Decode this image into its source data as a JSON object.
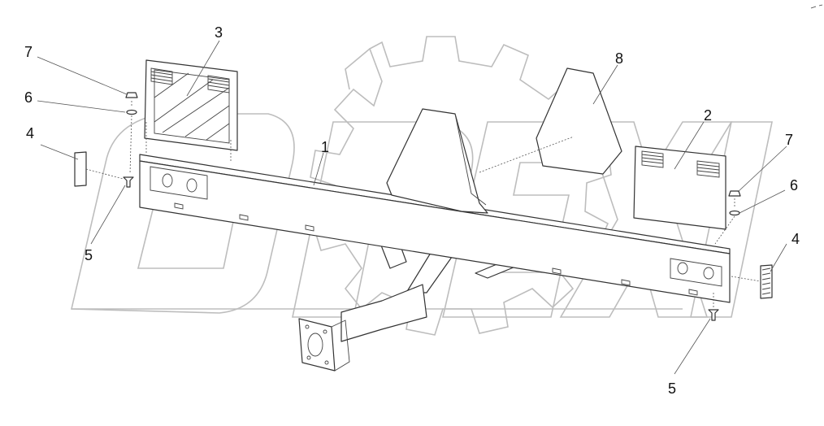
{
  "callouts": [
    {
      "id": "c1",
      "text": "1"
    },
    {
      "id": "c2",
      "text": "2"
    },
    {
      "id": "c3",
      "text": "3"
    },
    {
      "id": "c4a",
      "text": "4"
    },
    {
      "id": "c4b",
      "text": "4"
    },
    {
      "id": "c5a",
      "text": "5"
    },
    {
      "id": "c5b",
      "text": "5"
    },
    {
      "id": "c6a",
      "text": "6"
    },
    {
      "id": "c6b",
      "text": "6"
    },
    {
      "id": "c7a",
      "text": "7"
    },
    {
      "id": "c7b",
      "text": "7"
    },
    {
      "id": "c8",
      "text": "8"
    }
  ],
  "colors": {
    "line": "#333333",
    "watermark": "#bdbdbd",
    "background": "#ffffff"
  }
}
